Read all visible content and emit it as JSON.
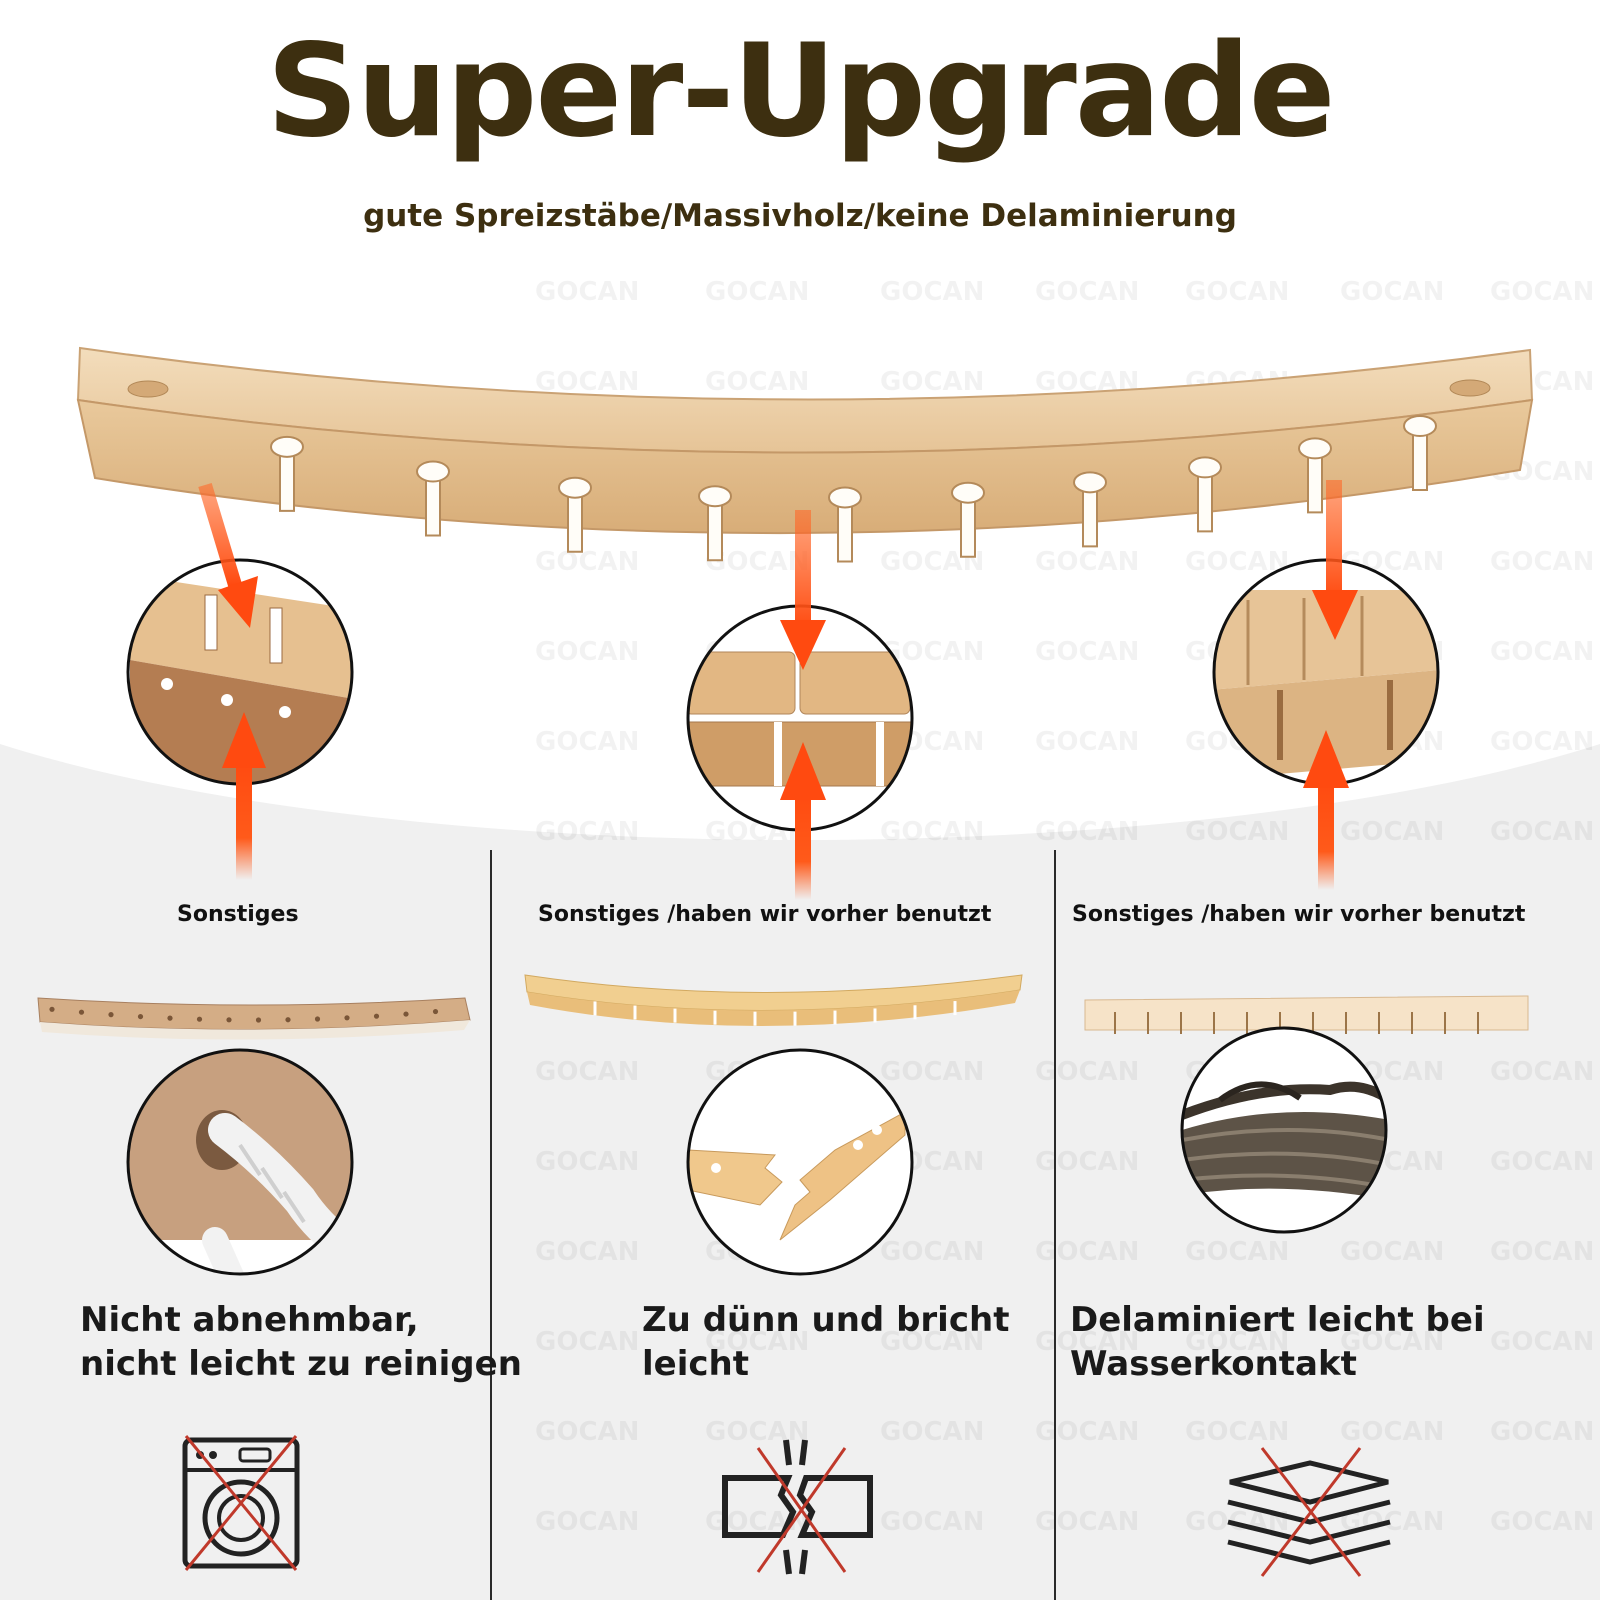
{
  "header": {
    "title": "Super-Upgrade",
    "subtitle": "gute Spreizstäbe/Massivholz/keine Delaminierung"
  },
  "watermark": "GOCAN",
  "columns": [
    {
      "label": "Sonstiges",
      "desc_line1": "Nicht abnehmbar,",
      "desc_line2": "nicht leicht zu reinigen",
      "icon": "washing-machine-crossed-icon"
    },
    {
      "label": "Sonstiges /haben wir vorher benutzt",
      "desc_line1": "Zu dünn und bricht",
      "desc_line2": "leicht",
      "icon": "broken-board-crossed-icon"
    },
    {
      "label": "Sonstiges /haben wir vorher benutzt",
      "desc_line1": "Delaminiert leicht bei",
      "desc_line2": "Wasserkontakt",
      "icon": "layers-crossed-icon"
    }
  ],
  "colors": {
    "title": "#3d2f10",
    "arrow": "#ff5a1a",
    "wood": "#e8c598",
    "cross": "#c0392b"
  }
}
